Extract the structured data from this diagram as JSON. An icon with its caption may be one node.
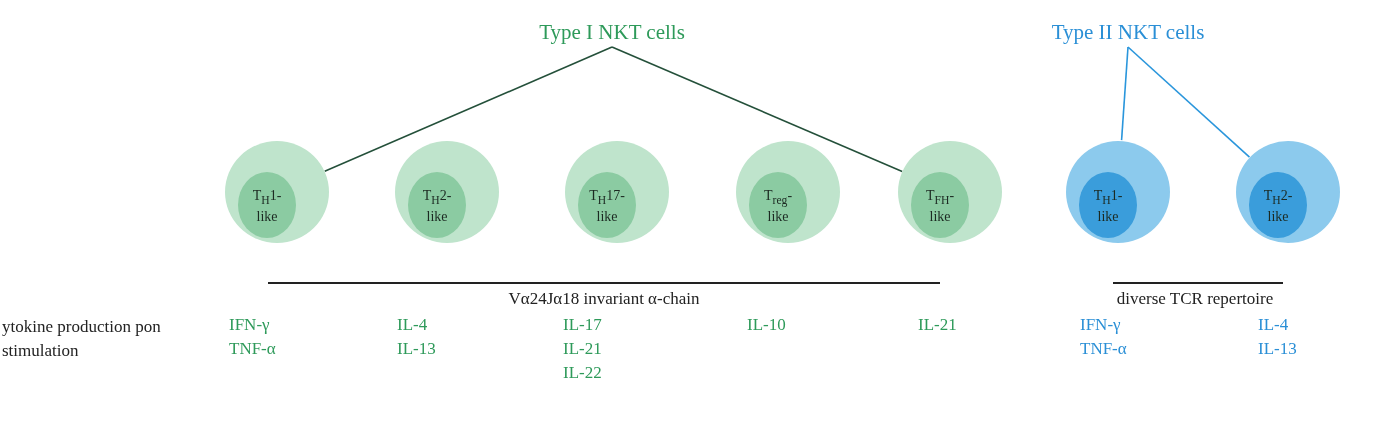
{
  "diagram": {
    "nodes": [
      {
        "text": [
          "Type I NKT cells"
        ]
      },
      {
        "text": [
          "Type II NKT cells"
        ]
      },
      {
        "text": [
          "T$_{H}$1-like"
        ]
      },
      {
        "text": [
          "T$_{H}$2-like"
        ]
      },
      {
        "text": [
          "T$_{H}$17-like"
        ]
      },
      {
        "text": [
          "T$_{reg}$-like"
        ]
      },
      {
        "text": [
          "T$_{FH}$-like"
        ]
      },
      {
        "text": [
          "T$_{H}$1-like"
        ]
      },
      {
        "text": [
          "T$_{H}$2-like"
        ]
      }
    ],
    "edges": [
      {
        "from": 0,
        "to": 2,
        "arrow": "none",
        "color": "#24503a"
      },
      {
        "from": 0,
        "to": 6,
        "arrow": "none",
        "color": "#24503a"
      },
      {
        "from": 1,
        "to": 7,
        "arrow": "none",
        "color": "#2a96dc"
      },
      {
        "from": 1,
        "to": 8,
        "arrow": "none",
        "color": "#2a96dc"
      }
    ],
    "labels": [
      "Vα24Jα18 invariant α-chain",
      "diverse TCR repertoire",
      "ytokine production pon stimulation",
      "IFN-γ",
      "IL-4",
      "IL-17",
      "IL-10",
      "IL-21",
      "IFN-γ",
      "IL-4",
      "TNF-α",
      "IL-13",
      "IL-21",
      "TNF-α",
      "IL-13",
      "IL-22"
    ]
  }
}
